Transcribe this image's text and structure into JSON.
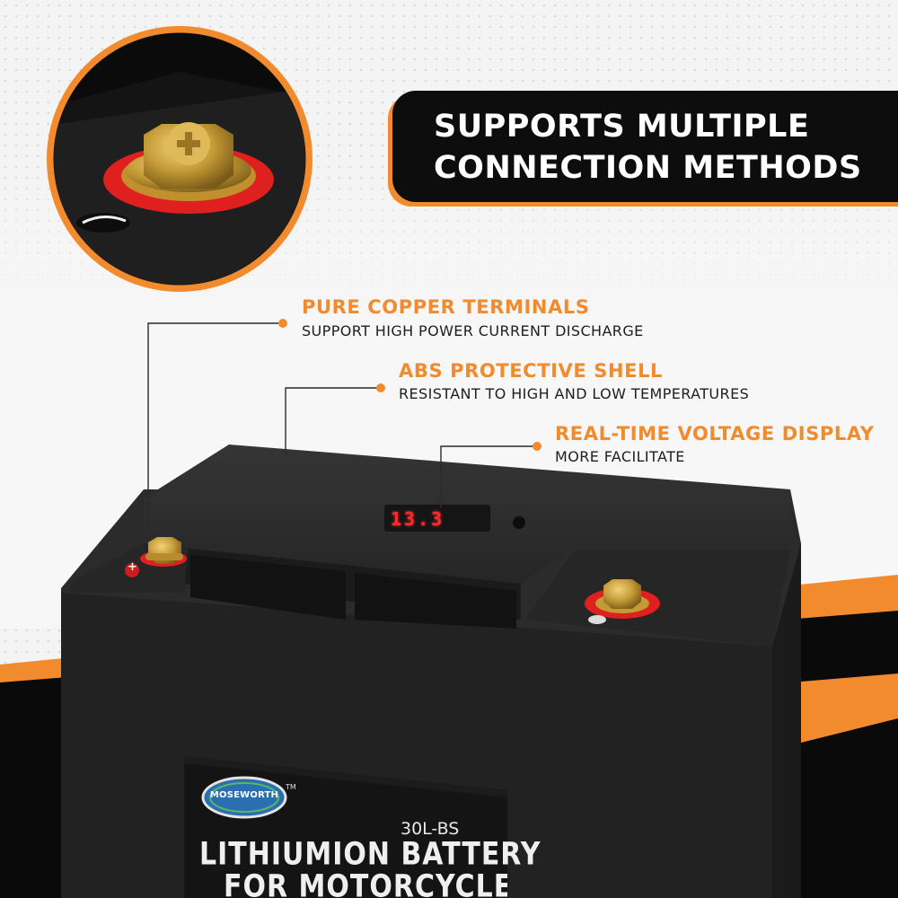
{
  "headline": {
    "line1": "SUPPORTS MULTIPLE",
    "line2": "CONNECTION METHODS"
  },
  "features": [
    {
      "title": "PURE COPPER TERMINALS",
      "subtitle": "SUPPORT HIGH POWER CURRENT DISCHARGE"
    },
    {
      "title": "ABS PROTECTIVE SHELL",
      "subtitle": "RESISTANT TO HIGH AND LOW TEMPERATURES"
    },
    {
      "title": "REAL-TIME VOLTAGE DISPLAY",
      "subtitle": "MORE FACILITATE"
    }
  ],
  "product": {
    "brand": "MOSEWORTH",
    "trademark": "TM",
    "model": "30L-BS",
    "label_line1": "LITHIUMION BATTERY",
    "label_line2": "FOR MOTORCYCLE",
    "display_reading": "13.3",
    "positive_symbol": "+"
  },
  "colors": {
    "accent": "#f28a2e",
    "dark": "#0d0d0d",
    "battery_body": "#232323",
    "terminal_ring": "#e01f1f",
    "brass": "#c9a13b"
  }
}
